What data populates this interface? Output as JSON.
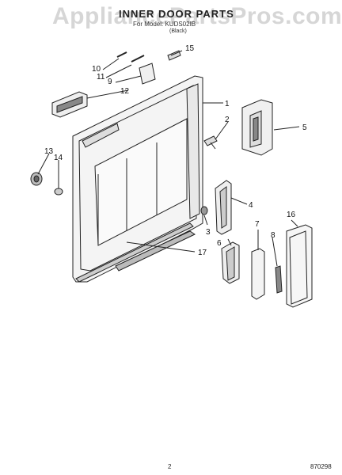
{
  "watermark": "AppliancePartsPros.com",
  "title": "INNER DOOR PARTS",
  "subtitle": "For Model: KUDS02IB",
  "subtitle_color": "(Black)",
  "page_number": "2",
  "doc_number": "870298",
  "callouts": [
    "1",
    "2",
    "3",
    "4",
    "5",
    "6",
    "7",
    "8",
    "9",
    "10",
    "11",
    "12",
    "13",
    "14",
    "15",
    "16",
    "17"
  ],
  "colors": {
    "line": "#222222",
    "watermark": "#c9c9c9"
  }
}
